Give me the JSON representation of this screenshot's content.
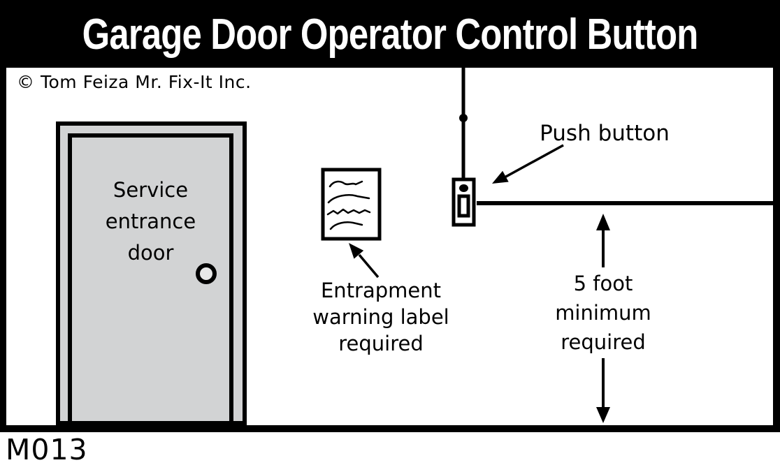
{
  "title": "Garage Door Operator Control Button",
  "copyright": "© Tom Feiza Mr. Fix-It Inc.",
  "figure_id": "M013",
  "door": {
    "label_lines": [
      "Service",
      "entrance",
      "door"
    ]
  },
  "labels": {
    "push_button": "Push button",
    "entrapment_lines": [
      "Entrapment",
      "warning label",
      "required"
    ],
    "height_lines": [
      "5 foot",
      "minimum",
      "required"
    ]
  },
  "colors": {
    "header_bg": "#000000",
    "header_text": "#ffffff",
    "line_black": "#000000",
    "door_gray": "#d2d3d4",
    "knob_gray": "#e8e8e8",
    "background": "#ffffff"
  }
}
